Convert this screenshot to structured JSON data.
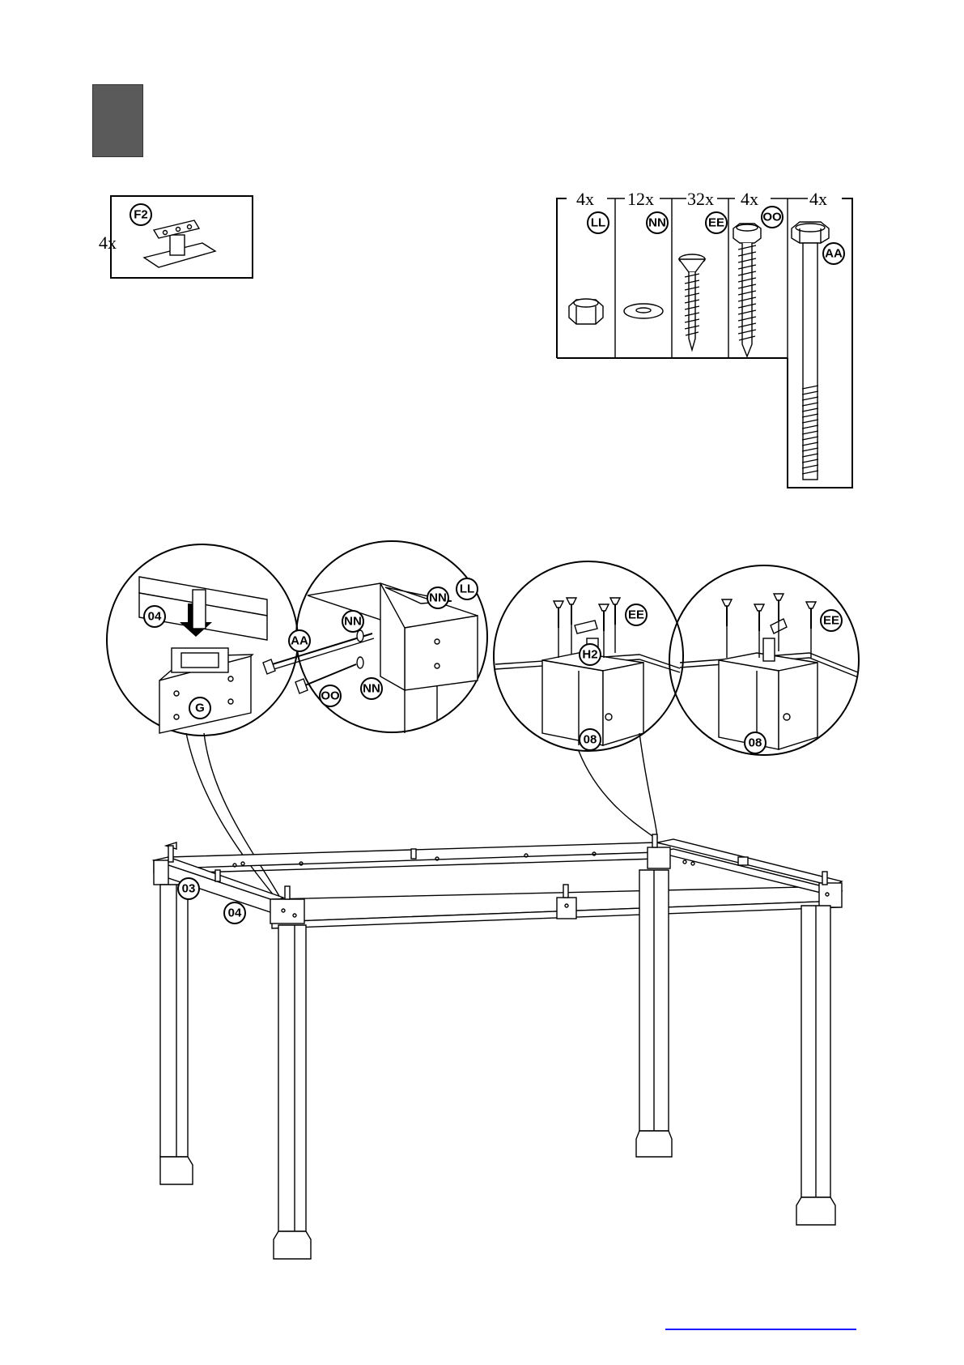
{
  "step": {
    "color": "#5a5a5a"
  },
  "parts_box": {
    "quantity": "4x",
    "part": "F2"
  },
  "hardware": [
    {
      "quantity": "4x",
      "part": "LL",
      "icon": "lock-nut-icon"
    },
    {
      "quantity": "12x",
      "part": "NN",
      "icon": "washer-icon"
    },
    {
      "quantity": "32x",
      "part": "EE",
      "icon": "wood-screw-icon"
    },
    {
      "quantity": "4x",
      "part": "OO",
      "icon": "lag-screw-icon"
    },
    {
      "quantity": "4x",
      "part": "AA",
      "icon": "long-bolt-icon"
    }
  ],
  "detail_left": {
    "labels": {
      "beam": "04",
      "post": "G",
      "bolt": "AA",
      "washer_top": "NN",
      "washer_bottom": "NN",
      "lag": "OO",
      "nut": "LL",
      "washer_right": "NN"
    }
  },
  "detail_right": {
    "labels": {
      "screws_a": "EE",
      "bracket": "H2",
      "post_a": "08",
      "screws_b": "EE",
      "post_b": "08"
    }
  },
  "frame_labels": {
    "beam_side": "03",
    "beam_front": "04"
  },
  "footer": {
    "link_color": "#1a1aff"
  }
}
